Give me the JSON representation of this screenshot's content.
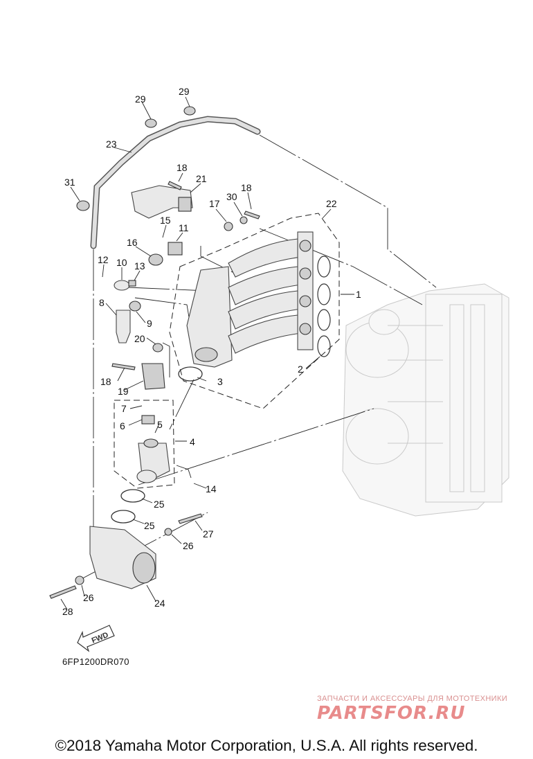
{
  "callouts": {
    "c1": "1",
    "c2": "2",
    "c3": "3",
    "c4": "4",
    "c5": "5",
    "c6": "6",
    "c7": "7",
    "c8": "8",
    "c9": "9",
    "c10": "10",
    "c11": "11",
    "c12": "12",
    "c13": "13",
    "c14": "14",
    "c15": "15",
    "c16": "16",
    "c17": "17",
    "c18a": "18",
    "c18b": "18",
    "c18c": "18",
    "c19": "19",
    "c20": "20",
    "c21": "21",
    "c22": "22",
    "c23": "23",
    "c24": "24",
    "c25a": "25",
    "c25b": "25",
    "c26a": "26",
    "c26b": "26",
    "c27": "27",
    "c28": "28",
    "c29a": "29",
    "c29b": "29",
    "c30": "30",
    "c31": "31"
  },
  "fwd_label": "FWD",
  "diagram_code": "6FP1200DR070",
  "watermark": {
    "tagline": "ЗАПЧАСТИ И АКСЕССУАРЫ ДЛЯ МОТОТЕХНИКИ",
    "logo": "PARTSFOR.RU"
  },
  "copyright": "©2018 Yamaha Motor Corporation, U.S.A. All rights reserved."
}
